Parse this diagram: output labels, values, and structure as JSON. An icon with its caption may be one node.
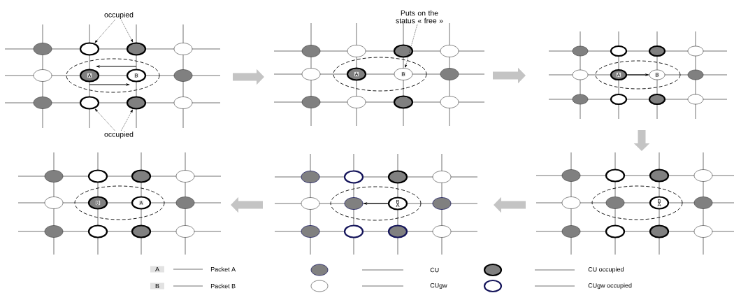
{
  "diagram": {
    "nodes": [
      {
        "text": [
          "occupied"
        ]
      },
      {
        "text": [
          "Puts on the status « free »"
        ]
      },
      {
        "text": [],
        "shape": "circle"
      },
      {
        "text": [],
        "shape": "circle"
      },
      {
        "text": [],
        "shape": "circle"
      },
      {
        "text": [],
        "shape": "circle"
      },
      {
        "text": [],
        "shape": "circle"
      },
      {
        "text": [
          "A"
        ]
      },
      {
        "text": [
          "B"
        ]
      },
      {
        "text": [],
        "shape": "circle"
      },
      {
        "text": [],
        "shape": "circle"
      },
      {
        "text": [],
        "shape": "circle"
      },
      {
        "text": [],
        "shape": "circle"
      },
      {
        "text": [],
        "shape": "circle"
      },
      {
        "text": [
          "occupied"
        ]
      },
      {
        "text": [],
        "shape": "circle"
      },
      {
        "text": [],
        "shape": "circle"
      },
      {
        "text": [],
        "shape": "circle"
      },
      {
        "text": [],
        "shape": "circle"
      },
      {
        "text": [],
        "shape": "circle"
      },
      {
        "text": [
          "A"
        ]
      },
      {
        "text": [
          "B"
        ]
      },
      {
        "text": [],
        "shape": "circle"
      },
      {
        "text": [],
        "shape": "circle"
      },
      {
        "text": [],
        "shape": "circle"
      },
      {
        "text": [],
        "shape": "circle"
      },
      {
        "text": [],
        "shape": "circle"
      },
      {
        "text": [],
        "shape": "circle"
      },
      {
        "text": [],
        "shape": "circle"
      },
      {
        "text": [],
        "shape": "circle"
      },
      {
        "text": [],
        "shape": "circle"
      },
      {
        "text": [],
        "shape": "circle"
      },
      {
        "text": [
          "A"
        ]
      },
      {
        "text": [
          "B"
        ]
      },
      {
        "text": [],
        "shape": "circle"
      },
      {
        "text": [],
        "shape": "circle"
      },
      {
        "text": [],
        "shape": "circle"
      },
      {
        "text": [],
        "shape": "circle"
      },
      {
        "text": [],
        "shape": "circle"
      },
      {
        "text": [],
        "shape": "circle"
      },
      {
        "text": [],
        "shape": "circle"
      },
      {
        "text": [],
        "shape": "circle"
      },
      {
        "text": [],
        "shape": "circle"
      },
      {
        "text": [],
        "shape": "circle"
      },
      {
        "text": [
          "B"
        ]
      },
      {
        "text": [
          "A"
        ]
      },
      {
        "text": [],
        "shape": "circle"
      },
      {
        "text": [],
        "shape": "circle"
      },
      {
        "text": [],
        "shape": "circle"
      },
      {
        "text": [],
        "shape": "circle"
      },
      {
        "text": [],
        "shape": "circle"
      },
      {
        "text": [],
        "shape": "circle"
      },
      {
        "text": [],
        "shape": "circle"
      },
      {
        "text": [],
        "shape": "circle"
      },
      {
        "text": [],
        "shape": "circle"
      },
      {
        "text": [],
        "shape": "circle"
      },
      {
        "text": [],
        "shape": "circle"
      },
      {
        "text": [
          "B",
          "A"
        ]
      },
      {
        "text": [],
        "shape": "circle"
      },
      {
        "text": [],
        "shape": "circle"
      },
      {
        "text": [],
        "shape": "circle"
      },
      {
        "text": [],
        "shape": "circle"
      },
      {
        "text": [],
        "shape": "circle"
      },
      {
        "text": [],
        "shape": "circle"
      },
      {
        "text": [],
        "shape": "circle"
      },
      {
        "text": [],
        "shape": "circle"
      },
      {
        "text": [],
        "shape": "circle"
      },
      {
        "text": [],
        "shape": "circle"
      },
      {
        "text": [],
        "shape": "circle"
      },
      {
        "text": [
          "B",
          "A"
        ]
      },
      {
        "text": [],
        "shape": "circle"
      },
      {
        "text": [],
        "shape": "circle"
      },
      {
        "text": [],
        "shape": "circle"
      },
      {
        "text": [],
        "shape": "circle"
      },
      {
        "text": [],
        "shape": "circle"
      }
    ],
    "edges": [
      {
        "from": 8,
        "to": 7,
        "arrow": "to"
      },
      {
        "from": 7,
        "to": 8,
        "arrow": "to"
      },
      {
        "from": 0,
        "to": 3,
        "arrow": "to",
        "style": "dashed"
      },
      {
        "from": 0,
        "to": 4,
        "arrow": "to",
        "style": "dashed"
      },
      {
        "from": 14,
        "to": 11,
        "arrow": "to",
        "style": "dashed"
      },
      {
        "from": 14,
        "to": 12,
        "arrow": "to",
        "style": "dashed"
      },
      {
        "from": 1,
        "to": 21,
        "arrow": "to",
        "style": "dashed"
      },
      {
        "from": 32,
        "to": 33,
        "arrow": "to"
      },
      {
        "from": 57,
        "to": 56,
        "arrow": "to"
      }
    ],
    "labels": [
      "A",
      "B"
    ],
    "legend": [
      {
        "text": "Packet A"
      },
      {
        "text": "CU"
      },
      {
        "text": "CU occupied"
      },
      {
        "text": "Packet B"
      },
      {
        "text": "CUgw"
      },
      {
        "text": "CUgw occupied"
      }
    ]
  }
}
